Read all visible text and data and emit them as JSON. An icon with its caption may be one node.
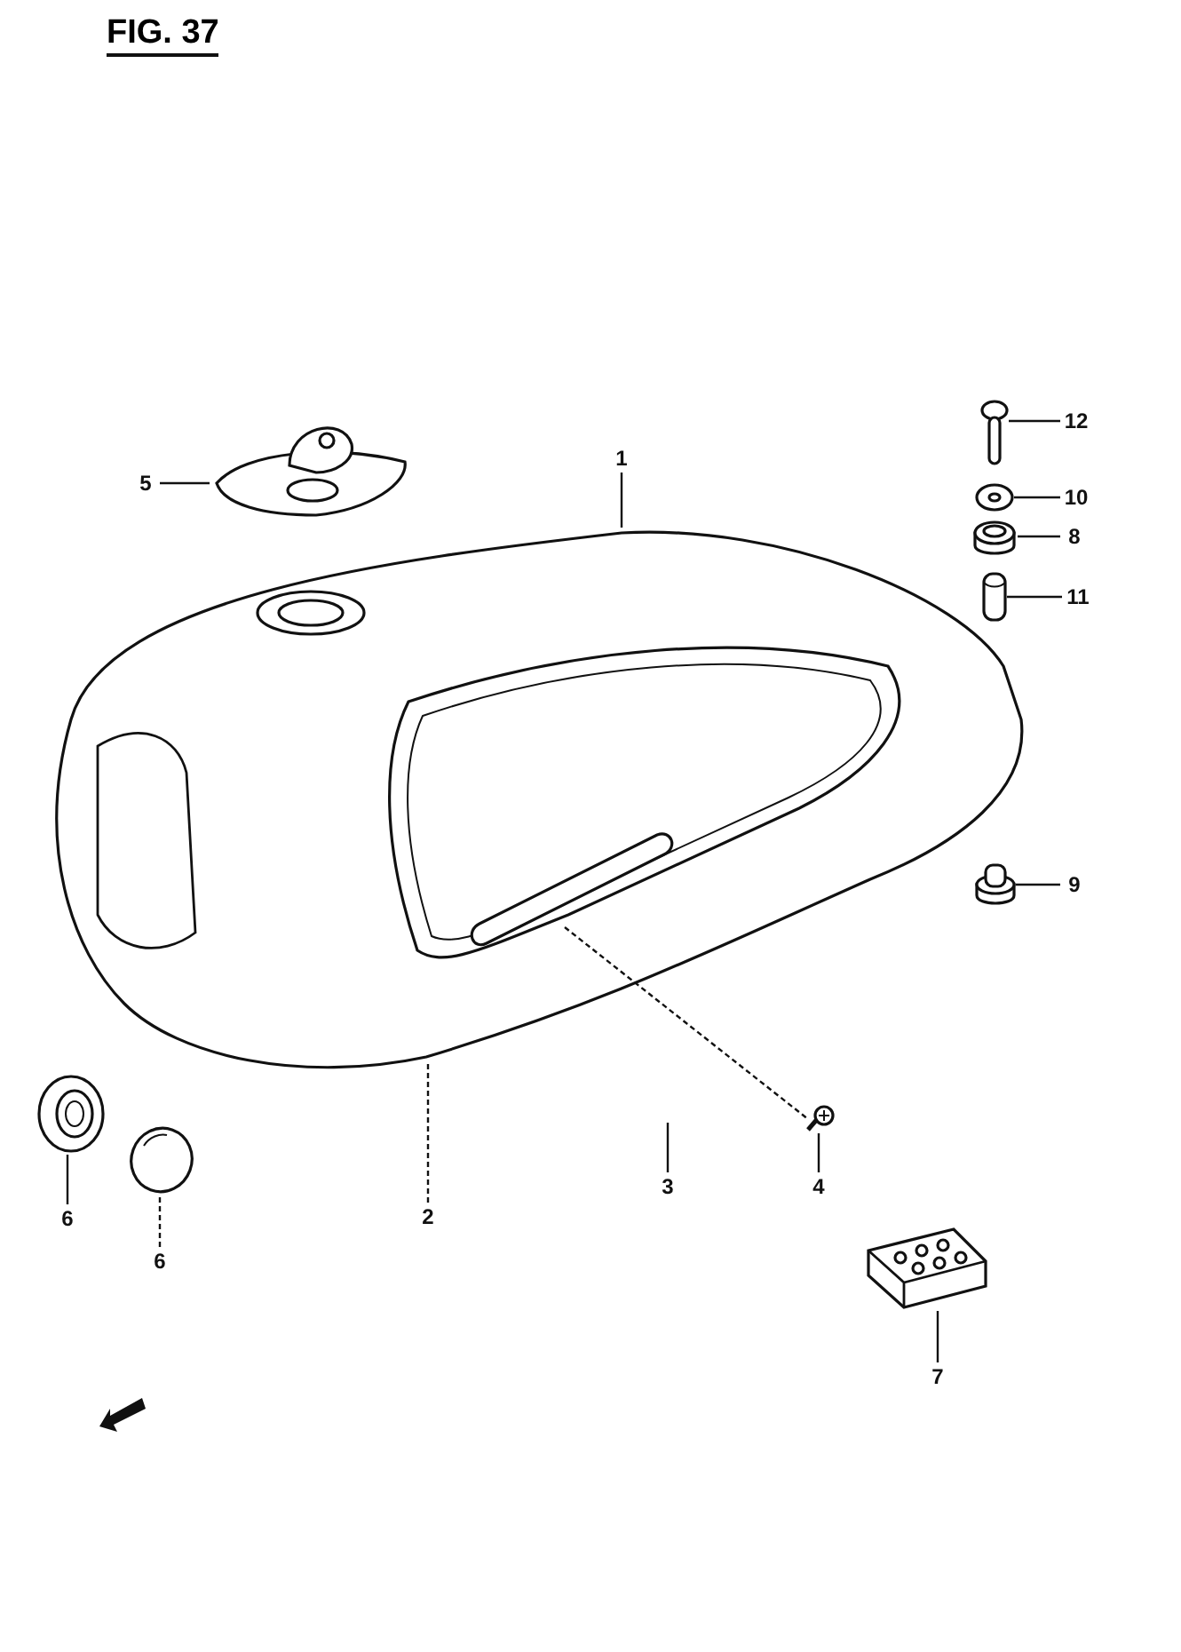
{
  "diagram": {
    "title": "FIG. 37",
    "nodes": [
      {
        "text": [
          "5"
        ]
      },
      {
        "text": [
          "1"
        ]
      },
      {
        "text": [
          "12"
        ]
      },
      {
        "text": [
          "10"
        ]
      },
      {
        "text": [
          "8"
        ]
      },
      {
        "text": [
          "11"
        ]
      },
      {
        "text": [
          "9"
        ]
      },
      {
        "text": [
          "6"
        ]
      },
      {
        "text": [
          "2"
        ]
      },
      {
        "text": [
          "3"
        ]
      },
      {
        "text": [
          "4"
        ]
      },
      {
        "text": [
          "6"
        ]
      },
      {
        "text": [
          "7"
        ]
      },
      {
        "text": [],
        "shape": "picture"
      },
      {
        "text": [],
        "shape": "picture"
      },
      {
        "text": [],
        "shape": "picture"
      },
      {
        "text": [],
        "shape": "picture"
      },
      {
        "text": [],
        "shape": "picture"
      },
      {
        "text": [],
        "shape": "picture"
      },
      {
        "text": [],
        "shape": "picture"
      },
      {
        "text": [],
        "shape": "picture"
      },
      {
        "text": [],
        "shape": "picture"
      },
      {
        "text": [],
        "shape": "picture"
      },
      {
        "text": [],
        "shape": "picture"
      }
    ],
    "edges": [
      {
        "from": 0,
        "to": 13,
        "arrow": "none"
      },
      {
        "from": 1,
        "to": 14,
        "arrow": "none"
      },
      {
        "from": 2,
        "to": 15,
        "arrow": "none"
      },
      {
        "from": 3,
        "to": 16,
        "arrow": "none"
      },
      {
        "from": 4,
        "to": 17,
        "arrow": "none"
      },
      {
        "from": 5,
        "to": 18,
        "arrow": "none"
      },
      {
        "from": 6,
        "to": 19,
        "arrow": "none"
      },
      {
        "from": 7,
        "to": 20,
        "arrow": "none"
      },
      {
        "from": 8,
        "to": 14,
        "arrow": "none",
        "style": "dashed"
      },
      {
        "from": 9,
        "to": null,
        "arrow": "none"
      },
      {
        "from": 10,
        "to": 21,
        "arrow": "none"
      },
      {
        "from": 11,
        "to": 22,
        "arrow": "none",
        "style": "dashed"
      },
      {
        "from": 12,
        "to": 23,
        "arrow": "none"
      },
      {
        "from": 14,
        "to": 21,
        "arrow": "none",
        "style": "dashed"
      }
    ]
  }
}
